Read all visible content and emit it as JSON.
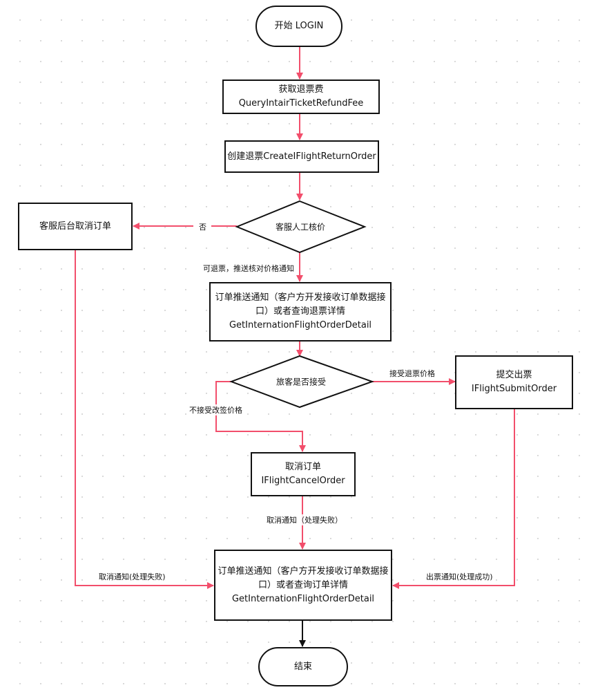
{
  "colors": {
    "edge": "#f24e6b",
    "edge_final": "#111111",
    "border": "#111111"
  },
  "nodes": {
    "start": "开始 LOGIN",
    "query_fee": [
      "获取退票费",
      "QueryIntairTicketRefundFee"
    ],
    "create_order": "创建退票CreateIFlightReturnOrder",
    "review": "客服人工核价",
    "backend_cancel": "客服后台取消订单",
    "notify_refund": [
      "订单推送通知（客户方开发接收订单数据接",
      "口）或者查询退票详情",
      "GetInternationFlightOrderDetail"
    ],
    "accept_q": "旅客是否接受",
    "submit": [
      "提交出票",
      "IFlightSubmitOrder"
    ],
    "cancel": [
      "取消订单",
      "IFlightCancelOrder"
    ],
    "notify_order": [
      "订单推送通知（客户方开发接收订单数据接",
      "口）或者查询订单详情",
      "GetInternationFlightOrderDetail"
    ],
    "end": "结束"
  },
  "edge_labels": {
    "no": "否",
    "refundable": "可退票，推送核对价格通知",
    "accept": "接受退票价格",
    "not_accept": "不接受改签价格",
    "cancel_fail_mid": "取消通知（处理失败）",
    "cancel_fail_left": "取消通知(处理失败)",
    "issue_success": "出票通知(处理成功)"
  }
}
